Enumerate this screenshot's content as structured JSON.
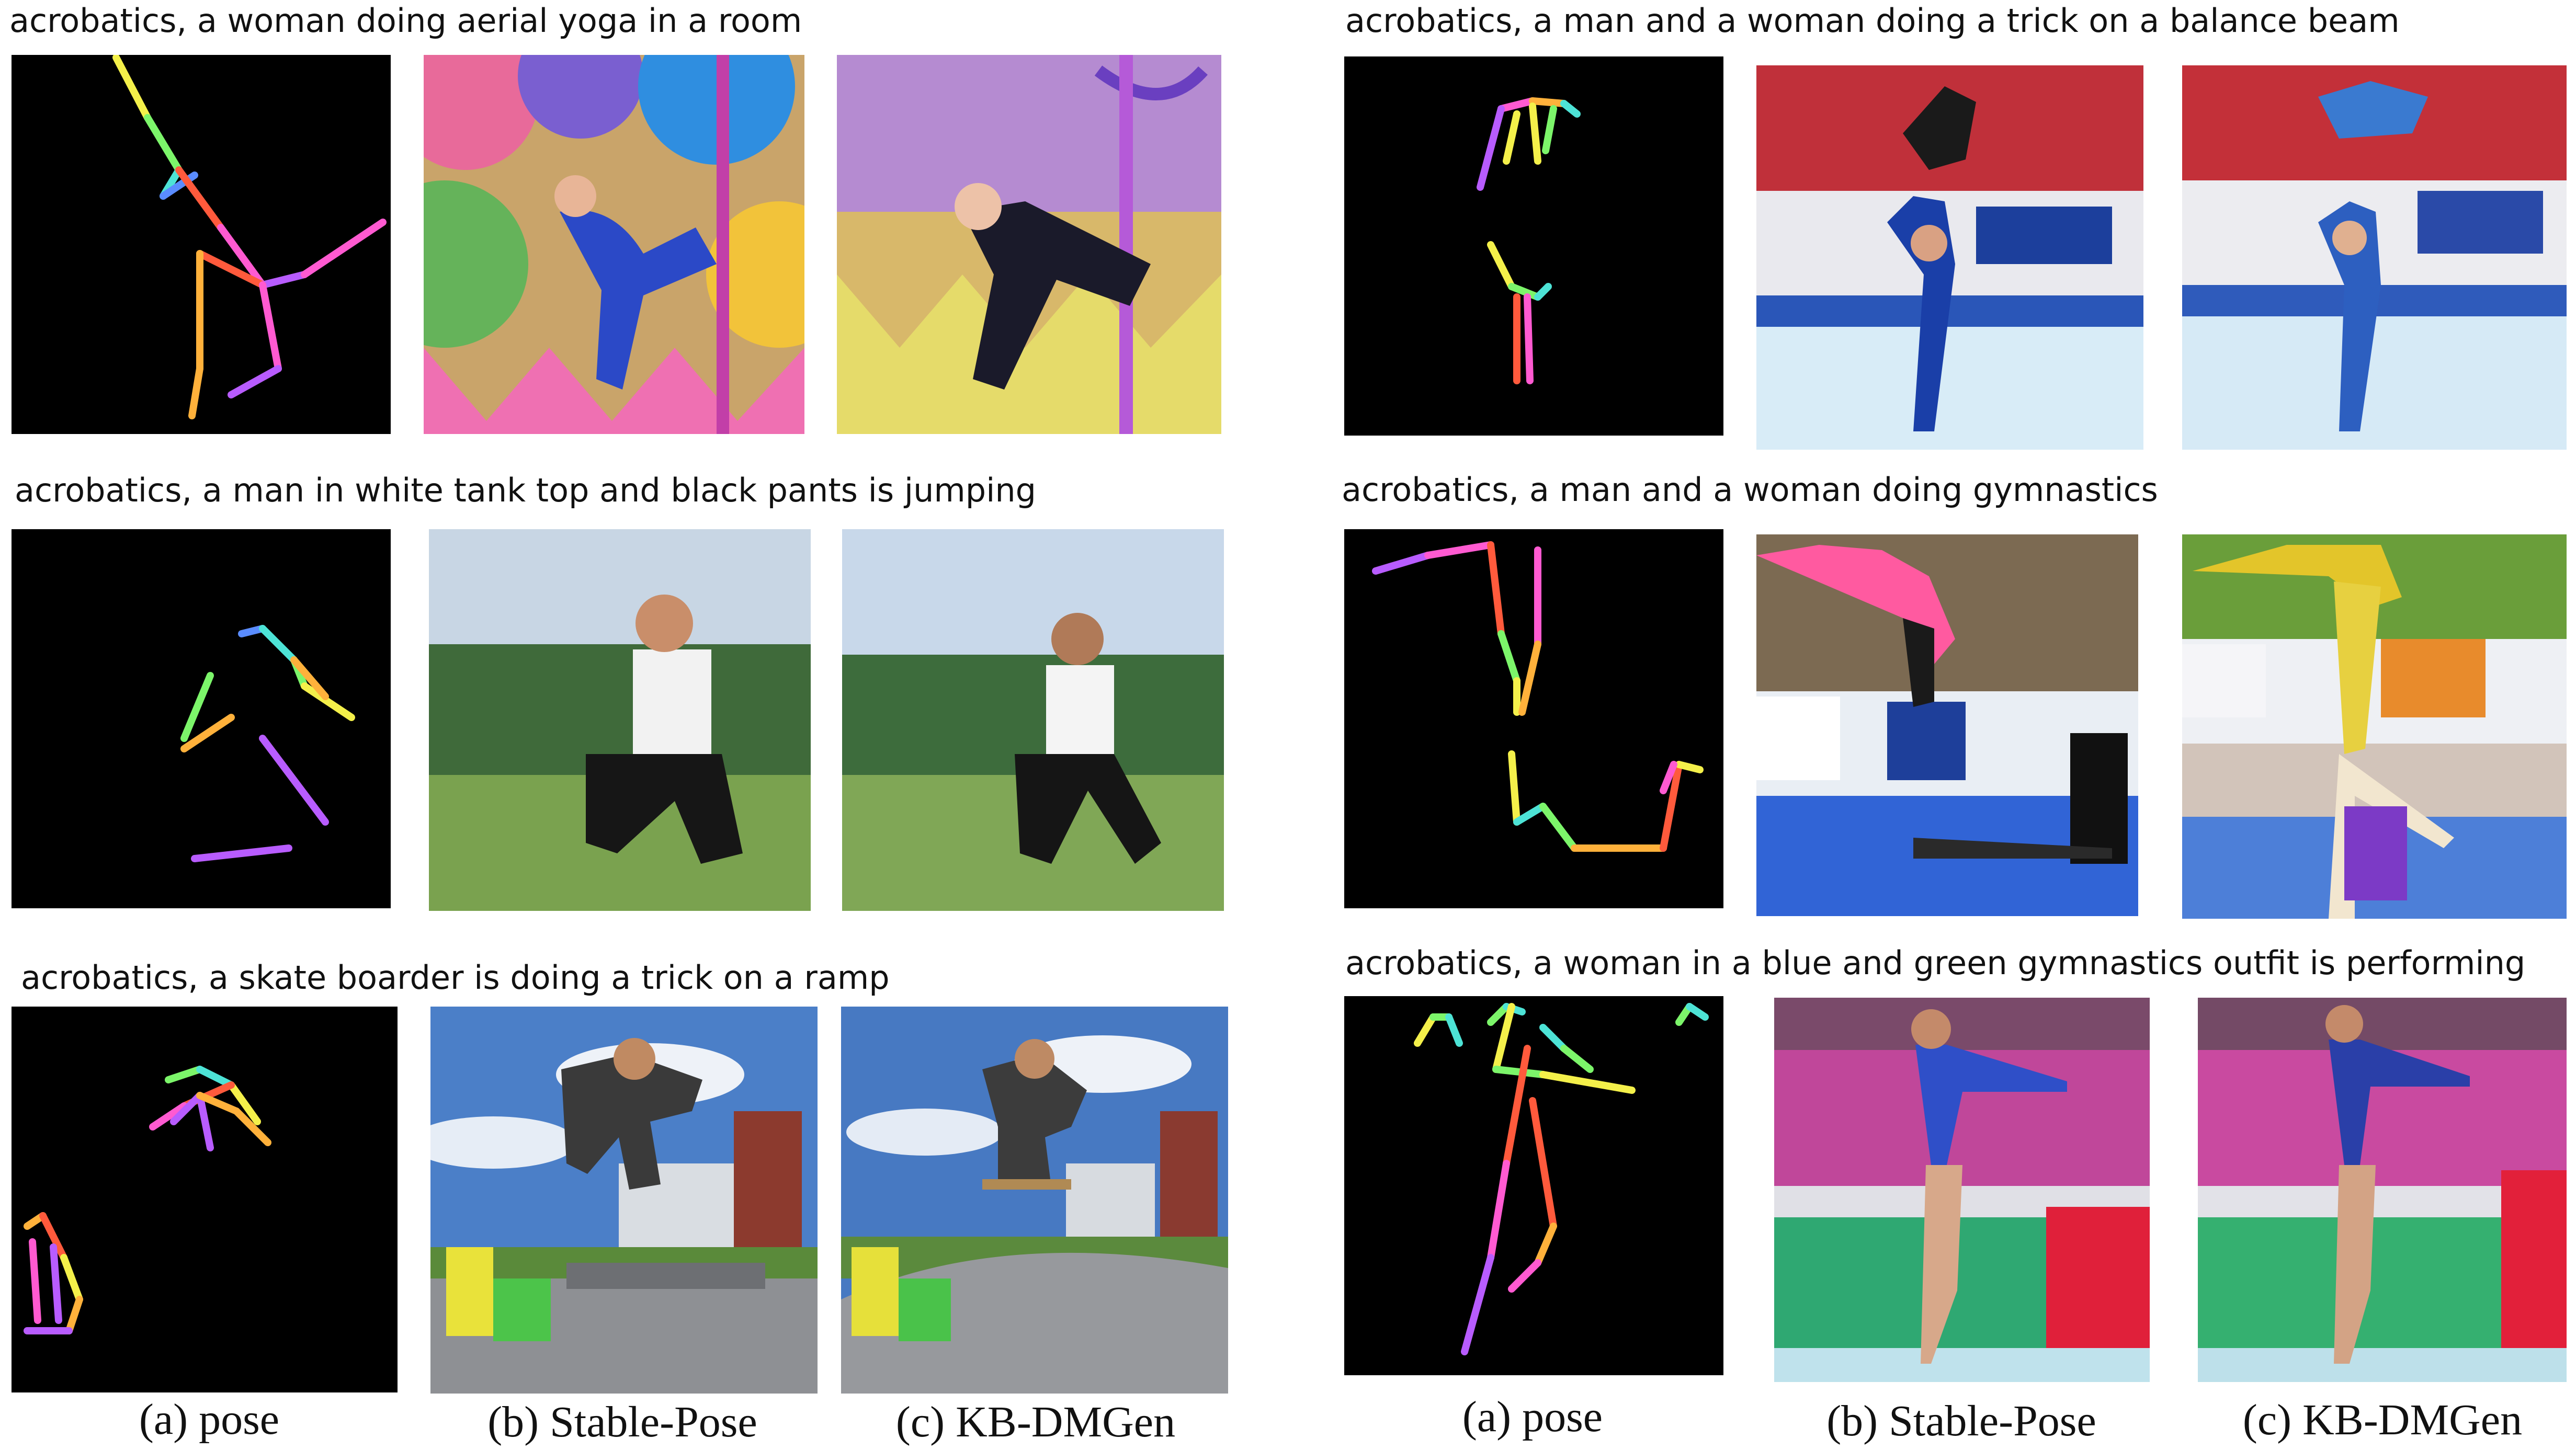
{
  "examples": [
    {
      "caption": "acrobatics, a woman doing aerial yoga in a room"
    },
    {
      "caption": "acrobatics, a man in white tank top and black pants is jumping"
    },
    {
      "caption": "acrobatics, a skate boarder is doing a trick on a ramp"
    },
    {
      "caption": "acrobatics, a man and a woman doing a trick on a balance beam"
    },
    {
      "caption": "acrobatics, a man and a woman doing gymnastics"
    },
    {
      "caption": "acrobatics, a woman in a blue and green gymnastics outfit is performing"
    }
  ],
  "column_labels": {
    "left": [
      "(a) pose",
      "(b) Stable-Pose",
      "(c) KB-DMGen"
    ],
    "right": [
      "(a) pose",
      "(b) Stable-Pose",
      "(c) KB-DMGen"
    ]
  },
  "colors": {
    "pose_background": "#000000",
    "skeleton_palette": [
      "#ff5a3c",
      "#ffb13b",
      "#f4f04a",
      "#7cf56a",
      "#4de3d6",
      "#5a8cff",
      "#b85cff",
      "#ff5ad1"
    ]
  }
}
